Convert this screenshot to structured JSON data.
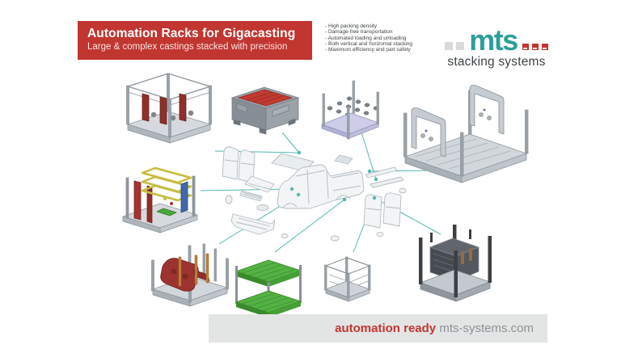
{
  "banner": {
    "title": "Automation Racks for Gigacasting",
    "subtitle": "Large & complex castings stacked with precision",
    "bg_color": "#c23630"
  },
  "features": [
    "High packing density",
    "Damage-free transportation",
    "Automated loading and unloading",
    "Both vertical and horizontal stacking",
    "Maximum efficiency and part safety"
  ],
  "logo": {
    "brand": "mts",
    "tagline": "stacking systems",
    "brand_color": "#2d9e9a",
    "accent_color": "#c23630"
  },
  "footer": {
    "highlight": "automation ready",
    "website": " mts-systems.com",
    "bar_color": "#e3e4e4",
    "highlight_color": "#c23630",
    "website_color": "#8d9297"
  },
  "diagram": {
    "connector_color": "#56b7b1",
    "car_line_color": "#b2bcc2",
    "rack_icons": [
      "rack-structural-castings",
      "container-red-castings",
      "pallet-shock-towers",
      "rack-body-frames",
      "rack-stacked-frames",
      "rack-red-castings",
      "rack-green-pallets",
      "rack-steel-cage",
      "rack-dark-verticals"
    ]
  }
}
